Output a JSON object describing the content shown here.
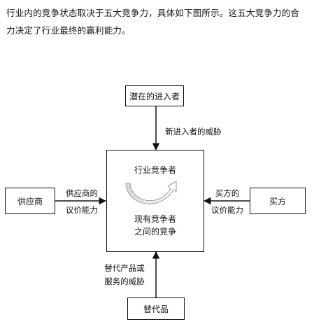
{
  "intro": {
    "line1": "行业内的竞争状态取决于五大竞争力，具体如下图所示。这五大竞争力的合",
    "line2": "力决定了行业最终的赢利能力。"
  },
  "nodes": {
    "potential_entrants": "潜在的进入者",
    "suppliers": "供应商",
    "buyers": "买方",
    "substitutes": "替代品",
    "center_top": "行业竞争者",
    "center_bottom_1": "现有竞争者",
    "center_bottom_2": "之间的竞争"
  },
  "edges": {
    "entry_threat": "新进入者的威胁",
    "supplier_power_1": "供应商的",
    "supplier_power_2": "议价能力",
    "buyer_power_1": "买方的",
    "buyer_power_2": "议价能力",
    "substitute_threat_1": "替代产品或",
    "substitute_threat_2": "服务的威胁"
  },
  "colors": {
    "stroke": "#111111",
    "background": "#ffffff"
  }
}
